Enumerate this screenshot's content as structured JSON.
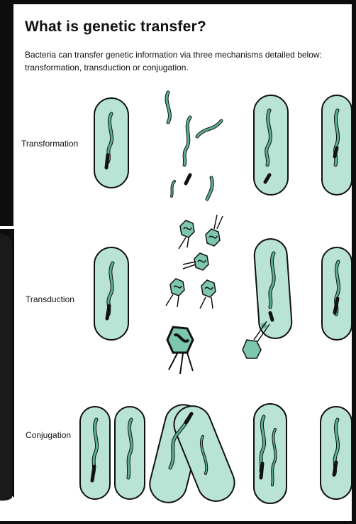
{
  "title": "What is genetic transfer?",
  "intro": "Bacteria can transfer genetic information via three mechanisms detailed below: transformation, transduction or conjugation.",
  "rows": [
    {
      "label": "Transformation"
    },
    {
      "label": "Transduction"
    },
    {
      "label": "Conjugation"
    }
  ],
  "colors": {
    "cell_fill": "#b9e3d5",
    "dna_fill": "#5cae94",
    "outline": "#111111",
    "background": "#ffffff",
    "dark_panel": "#0d0d0d"
  }
}
